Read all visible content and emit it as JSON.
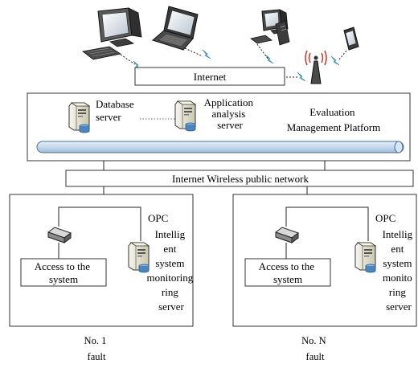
{
  "internet_label": "Internet",
  "platform": {
    "database_server": [
      "Database",
      "server"
    ],
    "application_server": [
      "Application",
      "analysis",
      "server"
    ],
    "platform_name": [
      "Evaluation",
      "Management Platform"
    ]
  },
  "network_label": "Internet Wireless public network",
  "sites": [
    {
      "opc_label": "OPC",
      "access_label": [
        "Access to the",
        "system"
      ],
      "monitor_server": [
        "Intellig",
        "ent",
        "system",
        "monitoring",
        "ring",
        "server"
      ],
      "caption": [
        "No. 1",
        "fault"
      ]
    },
    {
      "opc_label": "OPC",
      "access_label": [
        "Access to the",
        "system"
      ],
      "monitor_server": [
        "Intellig",
        "ent",
        "system",
        "monito",
        "ring",
        "server"
      ],
      "caption": [
        "No. N",
        "fault"
      ]
    }
  ],
  "icons": {
    "clients": [
      "desktop-computer-icon",
      "laptop-icon",
      "desktop-computer-icon",
      "tablet-icon"
    ],
    "network": [
      "wireless-tower-icon",
      "lightning-link-icon"
    ],
    "servers": [
      "server-icon"
    ],
    "devices": [
      "router-icon"
    ]
  },
  "colors": {
    "bus_fill": "#c6d9ee",
    "bus_stroke": "#4f6f97",
    "lightning": "#3aa7c9",
    "server_body": "#f0efe3"
  }
}
